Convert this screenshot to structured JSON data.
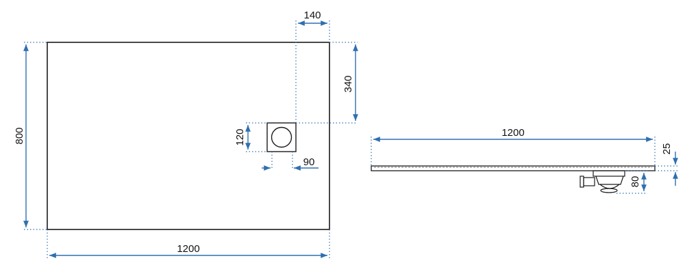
{
  "top_view": {
    "width_label": "1200",
    "height_label": "800",
    "drain_offset_x_label": "140",
    "drain_offset_y_label": "340",
    "drain_size_label": "120",
    "drain_opening_label": "90"
  },
  "side_view": {
    "length_label": "1200",
    "thickness_label": "25",
    "drain_depth_label": "80"
  }
}
